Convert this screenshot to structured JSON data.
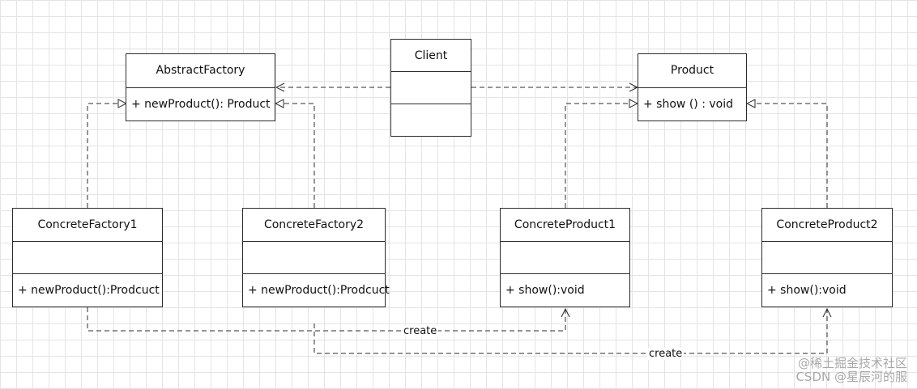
{
  "classes": {
    "client": {
      "name": "Client",
      "members": [
        "",
        ""
      ]
    },
    "abstract_factory": {
      "name": "AbstractFactory",
      "members": [
        "+  newProduct(): Product"
      ]
    },
    "product": {
      "name": "Product",
      "members": [
        "+ show () : void"
      ]
    },
    "concrete_factory_1": {
      "name": "ConcreteFactory1",
      "members": [
        "",
        "+  newProduct():Prodcuct"
      ]
    },
    "concrete_factory_2": {
      "name": "ConcreteFactory2",
      "members": [
        "",
        "+  newProduct():Prodcuct"
      ]
    },
    "concrete_product_1": {
      "name": "ConcreteProduct1",
      "members": [
        "",
        "+  show():void"
      ]
    },
    "concrete_product_2": {
      "name": "ConcreteProduct2",
      "members": [
        "",
        "+  show():void"
      ]
    }
  },
  "relations": {
    "create_1": "create",
    "create_2": "create"
  },
  "watermark": {
    "line1": "@稀土掘金技术社区",
    "line2": "CSDN @星辰河的服"
  },
  "colors": {
    "line": "#2b2b2b",
    "grid": "#e4e4e4",
    "watermark": "#9a9a9a"
  }
}
